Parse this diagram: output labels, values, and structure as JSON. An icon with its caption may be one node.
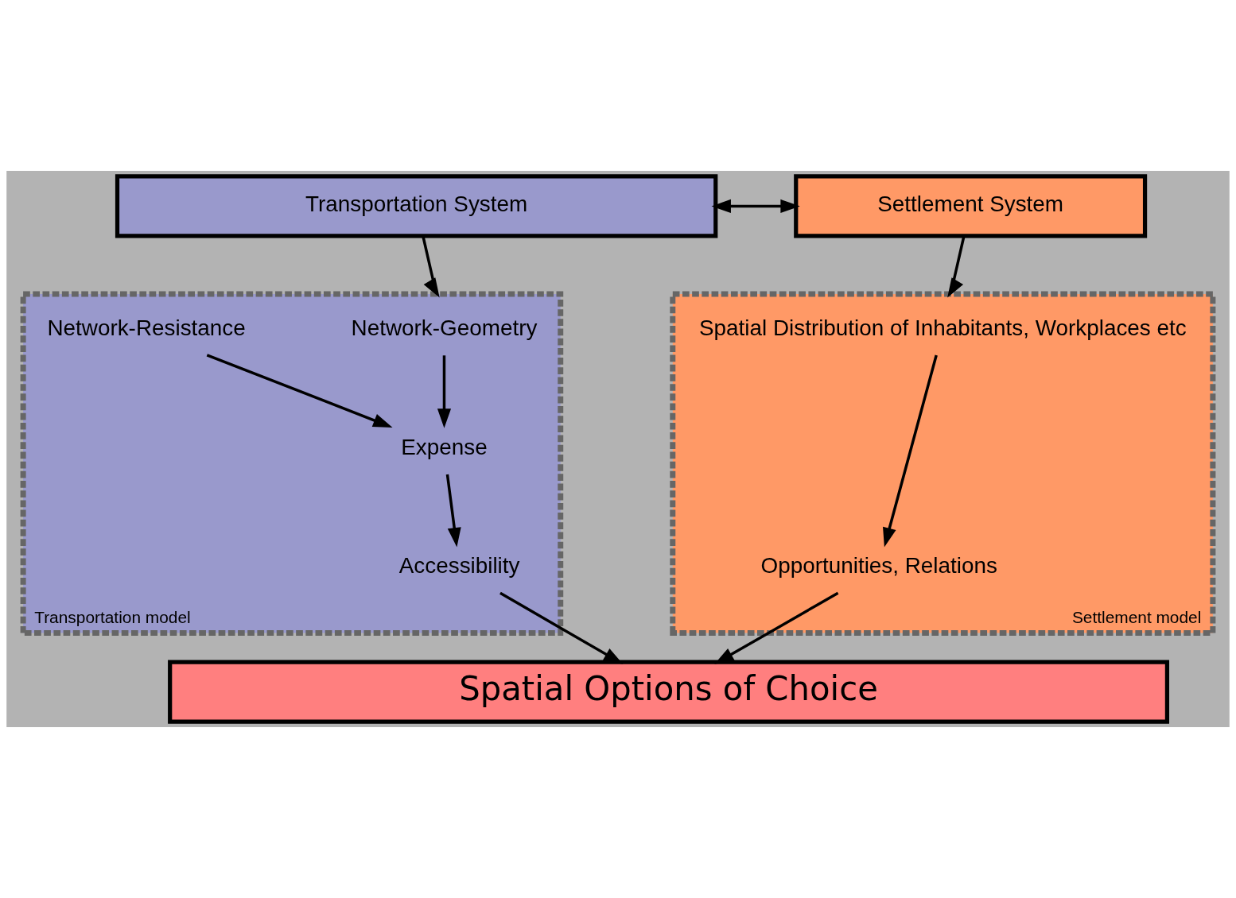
{
  "diagram": {
    "nodes": [
      {
        "text": [
          "Transportation System"
        ]
      },
      {
        "text": [
          "Settlement System"
        ]
      },
      {
        "text": [
          "Transportation model"
        ]
      },
      {
        "text": [
          "Network-Geometry"
        ],
        "in": 2
      },
      {
        "text": [
          "Network-Resistance"
        ],
        "in": 2
      },
      {
        "text": [
          "Expense"
        ],
        "in": 2
      },
      {
        "text": [
          "Accessibility"
        ],
        "in": 2
      },
      {
        "text": [
          "Settlement model"
        ]
      },
      {
        "text": [
          "Spatial Distribution of Inhabitants, Workplaces etc"
        ],
        "in": 7
      },
      {
        "text": [
          "Opportunities, Relations"
        ],
        "in": 7
      },
      {
        "text": [
          "Spatial Options of Choice"
        ]
      }
    ],
    "edges": [
      {
        "from": 0,
        "to": 1,
        "arrow": "both"
      },
      {
        "from": 0,
        "to": 2,
        "arrow": "to"
      },
      {
        "from": 1,
        "to": 7,
        "arrow": "to"
      },
      {
        "from": 3,
        "to": 5,
        "arrow": "to"
      },
      {
        "from": 4,
        "to": 5,
        "arrow": "to"
      },
      {
        "from": 5,
        "to": 6,
        "arrow": "to"
      },
      {
        "from": 6,
        "to": 10,
        "arrow": "to"
      },
      {
        "from": 8,
        "to": 9,
        "arrow": "to"
      },
      {
        "from": 9,
        "to": 10,
        "arrow": "to"
      }
    ]
  }
}
